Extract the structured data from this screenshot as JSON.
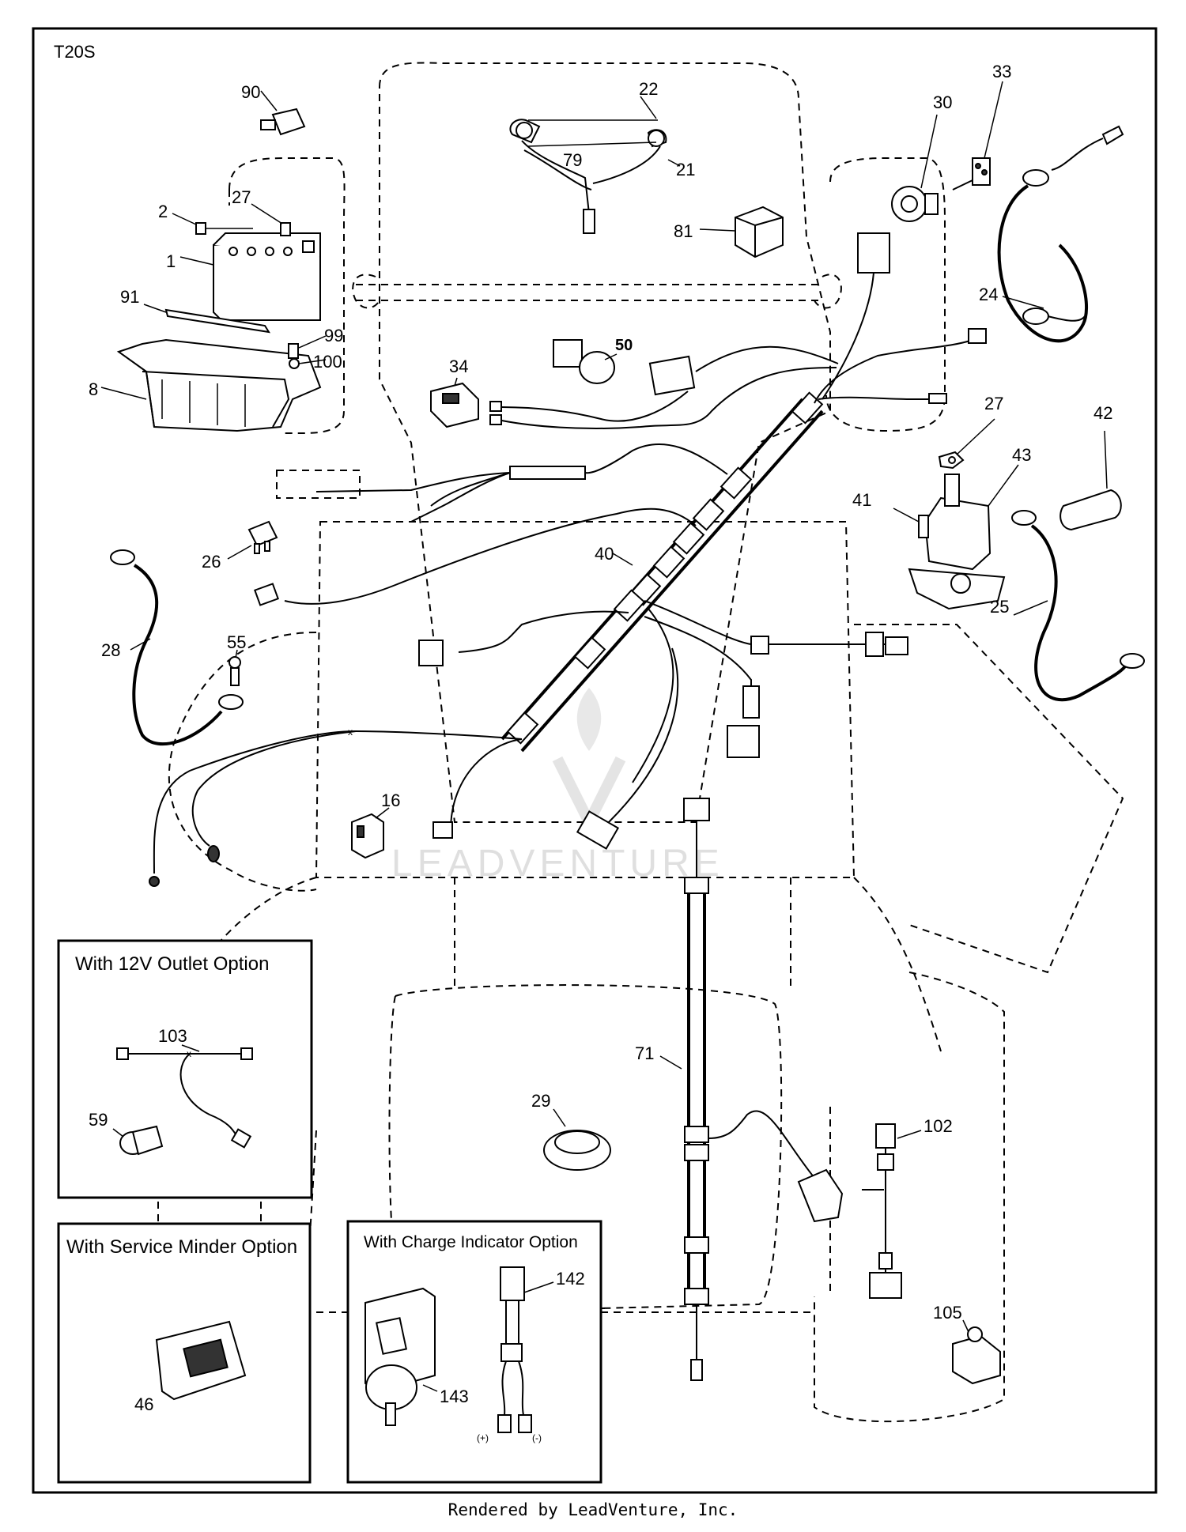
{
  "page": {
    "model_code": "T20S",
    "footer": "Rendered by LeadVenture, Inc.",
    "watermark": "LEADVENTURE"
  },
  "callouts": {
    "c1": "1",
    "c2": "2",
    "c8": "8",
    "c16": "16",
    "c21": "21",
    "c22": "22",
    "c24": "24",
    "c25": "25",
    "c26": "26",
    "c27a": "27",
    "c27b": "27",
    "c28": "28",
    "c29": "29",
    "c30": "30",
    "c33": "33",
    "c34": "34",
    "c40": "40",
    "c41": "41",
    "c42": "42",
    "c43": "43",
    "c50": "50",
    "c55": "55",
    "c71": "71",
    "c79": "79",
    "c81": "81",
    "c90": "90",
    "c91": "91",
    "c99": "99",
    "c100": "100",
    "c102": "102",
    "c105": "105"
  },
  "option_boxes": {
    "outlet": {
      "title": "With 12V Outlet Option",
      "callouts": {
        "c103": "103",
        "c59": "59"
      }
    },
    "service": {
      "title": "With Service Minder Option",
      "callouts": {
        "c46": "46"
      }
    },
    "charge": {
      "title": "With Charge Indicator Option",
      "callouts": {
        "c142": "142",
        "c143": "143"
      },
      "plus": "(+)",
      "minus": "(-)"
    }
  }
}
